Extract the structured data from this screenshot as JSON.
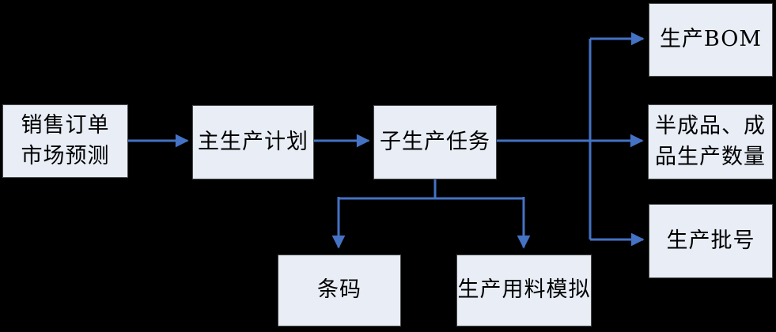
{
  "diagram": {
    "type": "flowchart",
    "nodes": [
      {
        "id": "sales-forecast",
        "label": "销售订单\n市场预测"
      },
      {
        "id": "master-plan",
        "label": "主生产计划"
      },
      {
        "id": "sub-task",
        "label": "子生产任务"
      },
      {
        "id": "production-bom",
        "label": "生产BOM"
      },
      {
        "id": "production-qty",
        "label": "半成品、成\n品生产数量"
      },
      {
        "id": "batch-number",
        "label": "生产批号"
      },
      {
        "id": "barcode",
        "label": "条码"
      },
      {
        "id": "material-simulation",
        "label": "生产用料模拟"
      }
    ],
    "edges": [
      {
        "from": "sales-forecast",
        "to": "master-plan"
      },
      {
        "from": "master-plan",
        "to": "sub-task"
      },
      {
        "from": "sub-task",
        "to": "production-bom"
      },
      {
        "from": "sub-task",
        "to": "production-qty"
      },
      {
        "from": "sub-task",
        "to": "batch-number"
      },
      {
        "from": "sub-task",
        "to": "barcode"
      },
      {
        "from": "sub-task",
        "to": "material-simulation"
      }
    ]
  },
  "colors": {
    "background": "#000000",
    "node_fill": "#e8edf6",
    "node_border": "#4a4a4a",
    "arrow": "#4472c4",
    "text": "#000000"
  }
}
